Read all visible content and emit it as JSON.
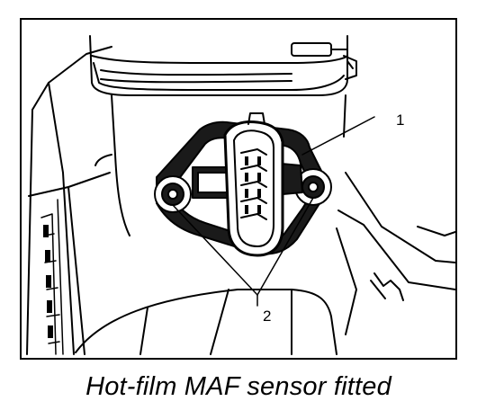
{
  "figure": {
    "callouts": [
      "1",
      "2"
    ],
    "caption": "Hot-film MAF sensor fitted"
  }
}
